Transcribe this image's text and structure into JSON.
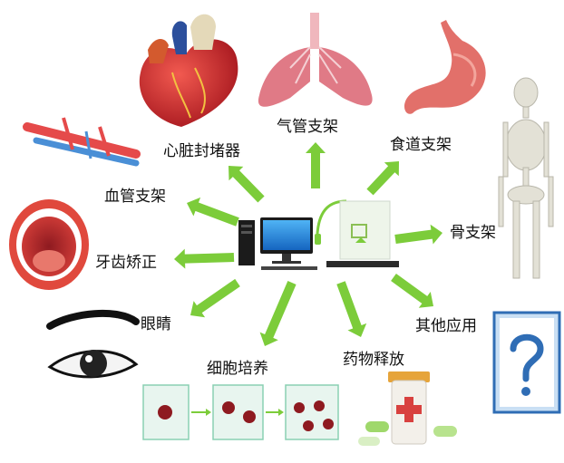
{
  "labels": {
    "heart": "心脏封堵器",
    "trachea": "气管支架",
    "esophagus": "食道支架",
    "vessel": "血管支架",
    "bone": "骨支架",
    "teeth": "牙齿矫正",
    "eye": "眼睛",
    "other": "其他应用",
    "cell": "细胞培养",
    "drug": "药物释放"
  },
  "icons": {
    "center": "computer-and-3d-printer",
    "heart": "heart",
    "trachea": "lungs",
    "esophagus": "stomach",
    "vessel": "blood-vessels",
    "bone": "skeleton",
    "teeth": "open-mouth",
    "eye": "eye",
    "other": "question-mark",
    "cell": "cell-culture",
    "drug": "pill-bottle"
  },
  "colors": {
    "arrow": "#7ccc3a",
    "heart": "#c8242b",
    "lungs": "#e07a86",
    "stomach": "#e2706a",
    "mouth": "#d8403a",
    "question": "#2f6db5",
    "drug_cross": "#d8413f",
    "monitor": "#1e7fd6"
  }
}
